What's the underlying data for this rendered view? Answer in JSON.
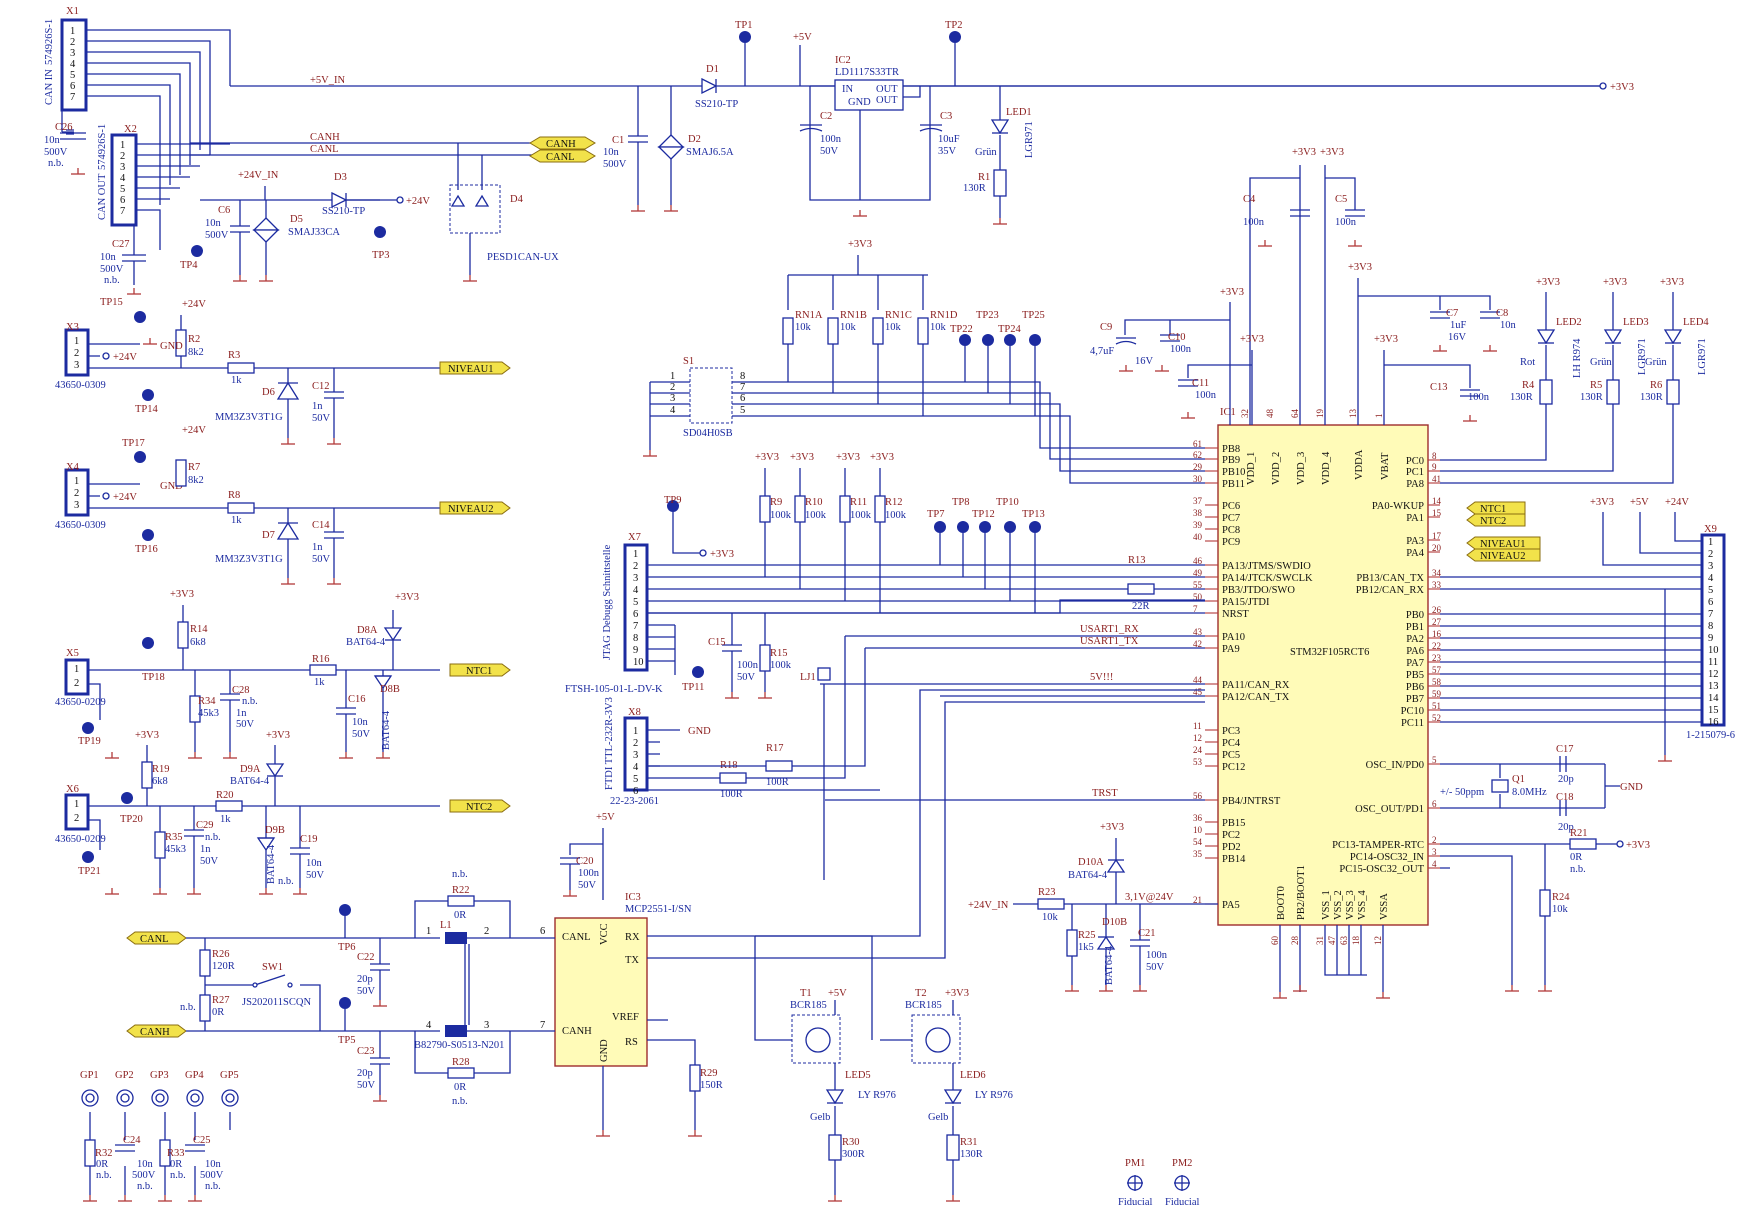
{
  "connectors": [
    {
      "ref": "X1",
      "part": "574926S-1",
      "label": "CAN IN",
      "pins": [
        "1",
        "2",
        "3",
        "4",
        "5",
        "6",
        "7"
      ]
    },
    {
      "ref": "X2",
      "part": "574926S-1",
      "label": "CAN OUT",
      "pins": [
        "1",
        "2",
        "3",
        "4",
        "5",
        "6",
        "7"
      ]
    },
    {
      "ref": "X3",
      "part": "43650-0309",
      "pins": [
        "1",
        "2",
        "3"
      ]
    },
    {
      "ref": "X4",
      "part": "43650-0309",
      "pins": [
        "1",
        "2",
        "3"
      ]
    },
    {
      "ref": "X5",
      "part": "43650-0209",
      "pins": [
        "1",
        "2"
      ]
    },
    {
      "ref": "X6",
      "part": "43650-0209",
      "pins": [
        "1",
        "2"
      ]
    },
    {
      "ref": "X7",
      "part": "FTSH-105-01-L-DV-K",
      "label": "JTAG Debugg Schnittstelle",
      "pins": [
        "1",
        "2",
        "3",
        "4",
        "5",
        "6",
        "7",
        "8",
        "9",
        "10"
      ]
    },
    {
      "ref": "X8",
      "part": "22-23-2061",
      "label": "FTDI TTL-232R-3V3",
      "pins": [
        "1",
        "2",
        "3",
        "4",
        "5",
        "6"
      ]
    },
    {
      "ref": "X9",
      "part": "1-215079-6",
      "pins": [
        "1",
        "2",
        "3",
        "4",
        "5",
        "6",
        "7",
        "8",
        "9",
        "10",
        "11",
        "12",
        "13",
        "14",
        "15",
        "16"
      ]
    }
  ],
  "nets": {
    "p5v_in": "+5V_IN",
    "canh": "CANH",
    "canl": "CANL",
    "p3v3": "+3V3",
    "p5v": "+5V",
    "p24v": "+24V",
    "p24v_in": "+24V_IN",
    "gnd": "GND",
    "niveau1": "NIVEAU1",
    "niveau2": "NIVEAU2",
    "ntc1": "NTC1",
    "ntc2": "NTC2",
    "usart_rx": "USART1_RX",
    "usart_tx": "USART1_TX",
    "fivev": "5V!!!",
    "trst": "TRST",
    "v31": "3,1V@24V"
  },
  "parts": {
    "c26": [
      "C26",
      "10n",
      "500V",
      "n.b."
    ],
    "c27": [
      "C27",
      "10n",
      "500V",
      "n.b."
    ],
    "c6": [
      "C6",
      "10n",
      "500V"
    ],
    "d3": [
      "D3",
      "SS210-TP"
    ],
    "d5": [
      "D5",
      "SMAJ33CA"
    ],
    "d4": [
      "D4",
      "PESD1CAN-UX"
    ],
    "c1": [
      "C1",
      "10n",
      "500V"
    ],
    "d1": [
      "D1",
      "SS210-TP"
    ],
    "d2": [
      "D2",
      "SMAJ6.5A"
    ],
    "ic2": [
      "IC2",
      "LD1117S33TR",
      "IN",
      "OUT",
      "OUT",
      "GND"
    ],
    "c2": [
      "C2",
      "100n",
      "50V"
    ],
    "c3": [
      "C3",
      "10uF",
      "35V"
    ],
    "led1": [
      "LED1",
      "Grün",
      "LGR971"
    ],
    "r1": [
      "R1",
      "130R"
    ],
    "r2": [
      "R2",
      "8k2"
    ],
    "r3": [
      "R3",
      "1k"
    ],
    "d6": [
      "D6",
      "MM3Z3V3T1G"
    ],
    "c12": [
      "C12",
      "1n",
      "50V"
    ],
    "r7": [
      "R7",
      "8k2"
    ],
    "r8": [
      "R8",
      "1k"
    ],
    "d7": [
      "D7",
      "MM3Z3V3T1G"
    ],
    "c14": [
      "C14",
      "1n",
      "50V"
    ],
    "r14": [
      "R14",
      "6k8"
    ],
    "r34": [
      "R34",
      "45k3"
    ],
    "c28": [
      "C28",
      "n.b.",
      "1n",
      "50V"
    ],
    "r16": [
      "R16",
      "1k"
    ],
    "c16": [
      "C16",
      "10n",
      "50V"
    ],
    "d8a": [
      "D8A",
      "BAT64-4"
    ],
    "d8b": [
      "D8B",
      "BAT64-4"
    ],
    "r19": [
      "R19",
      "6k8"
    ],
    "r35": [
      "R35",
      "45k3"
    ],
    "c29": [
      "C29",
      "n.b.",
      "1n",
      "50V"
    ],
    "r20": [
      "R20",
      "1k"
    ],
    "d9a": [
      "D9A",
      "BAT64-4"
    ],
    "d9b": [
      "D9B",
      "BAT64-4",
      "n.b."
    ],
    "c19": [
      "C19",
      "10n",
      "50V"
    ],
    "rn1a": [
      "RN1A",
      "10k"
    ],
    "rn1b": [
      "RN1B",
      "10k"
    ],
    "rn1c": [
      "RN1C",
      "10k"
    ],
    "rn1d": [
      "RN1D",
      "10k"
    ],
    "s1": [
      "S1",
      "SD04H0SB"
    ],
    "c4": [
      "C4",
      "100n"
    ],
    "c5": [
      "C5",
      "100n"
    ],
    "c9": [
      "C9",
      "4,7uF",
      "16V"
    ],
    "c10": [
      "C10",
      "100n"
    ],
    "c11": [
      "C11",
      "100n"
    ],
    "c7": [
      "C7",
      "1uF",
      "16V"
    ],
    "c8": [
      "C8",
      "10n"
    ],
    "c13": [
      "C13",
      "100n"
    ],
    "led2": [
      "LED2",
      "Rot",
      "LH R974"
    ],
    "led3": [
      "LED3",
      "Grün",
      "LGR971"
    ],
    "led4": [
      "LED4",
      "Grün",
      "LGR971"
    ],
    "r4": [
      "R4",
      "130R"
    ],
    "r5": [
      "R5",
      "130R"
    ],
    "r6": [
      "R6",
      "130R"
    ],
    "r9": [
      "R9",
      "100k"
    ],
    "r10": [
      "R10",
      "100k"
    ],
    "r11": [
      "R11",
      "100k"
    ],
    "r12": [
      "R12",
      "100k"
    ],
    "r13": [
      "R13",
      "22R"
    ],
    "c15": [
      "C15",
      "100n",
      "50V"
    ],
    "r15": [
      "R15",
      "100k"
    ],
    "lj1": [
      "LJ1"
    ],
    "r18": [
      "R18",
      "100R"
    ],
    "r17": [
      "R17",
      "100R"
    ],
    "q1": [
      "Q1",
      "8.0MHz",
      "+/- 50ppm"
    ],
    "c17": [
      "C17",
      "20p"
    ],
    "c18": [
      "C18",
      "20p"
    ],
    "r21": [
      "R21",
      "0R",
      "n.b."
    ],
    "r24": [
      "R24",
      "10k"
    ],
    "d10a": [
      "D10A",
      "BAT64-4"
    ],
    "d10b": [
      "D10B",
      "BAT64-4"
    ],
    "r23": [
      "R23",
      "10k"
    ],
    "r25": [
      "R25",
      "1k5"
    ],
    "c21": [
      "C21",
      "100n",
      "50V"
    ],
    "c20": [
      "C20",
      "100n",
      "50V"
    ],
    "ic3": [
      "IC3",
      "MCP2551-I/SN",
      "CANL",
      "CANH",
      "VCC",
      "RX",
      "TX",
      "VREF",
      "RS",
      "GND"
    ],
    "r29": [
      "R29",
      "150R"
    ],
    "r22": [
      "R22",
      "0R",
      "n.b."
    ],
    "l1": [
      "L1",
      "B82790-S0513-N201"
    ],
    "r28": [
      "R28",
      "0R",
      "n.b."
    ],
    "c22": [
      "C22",
      "20p",
      "50V"
    ],
    "c23": [
      "C23",
      "20p",
      "50V"
    ],
    "r26": [
      "R26",
      "120R"
    ],
    "r27": [
      "R27",
      "0R",
      "n.b."
    ],
    "sw1": [
      "SW1",
      "JS202011SCQN"
    ],
    "t1": [
      "T1",
      "BCR185"
    ],
    "t2": [
      "T2",
      "BCR185"
    ],
    "led5": [
      "LED5",
      "LY R976",
      "Gelb"
    ],
    "led6": [
      "LED6",
      "LY R976",
      "Gelb"
    ],
    "r30": [
      "R30",
      "300R"
    ],
    "r31": [
      "R31",
      "130R"
    ],
    "r32": [
      "R32",
      "0R",
      "n.b."
    ],
    "c24": [
      "C24",
      "10n",
      "500V",
      "n.b."
    ],
    "r33": [
      "R33",
      "0R",
      "n.b."
    ],
    "c25": [
      "C25",
      "10n",
      "500V",
      "n.b."
    ],
    "pm1": [
      "PM1",
      "Fiducial"
    ],
    "pm2": [
      "PM2",
      "Fiducial"
    ]
  },
  "testpoints": [
    "TP1",
    "TP2",
    "TP3",
    "TP4",
    "TP5",
    "TP6",
    "TP7",
    "TP8",
    "TP9",
    "TP10",
    "TP11",
    "TP12",
    "TP13",
    "TP14",
    "TP15",
    "TP16",
    "TP17",
    "TP18",
    "TP19",
    "TP20",
    "TP21",
    "TP22",
    "TP23",
    "TP24",
    "TP25"
  ],
  "gp": [
    "GP1",
    "GP2",
    "GP3",
    "GP4",
    "GP5"
  ],
  "ic1": {
    "ref": "IC1",
    "part": "STM32F105RCT6",
    "top_pins": [
      "VDD_1",
      "VDD_2",
      "VDD_3",
      "VDD_4",
      "VDDA",
      "VBAT"
    ],
    "top_nums": [
      "32",
      "48",
      "64",
      "19",
      "13",
      "1"
    ],
    "bottom_pins": [
      "BOOT0",
      "PB2/BOOT1",
      "VSS_1",
      "VSS_2",
      "VSS_3",
      "VSS_4",
      "VSSA"
    ],
    "bottom_nums": [
      "60",
      "28",
      "31",
      "47",
      "63",
      "18",
      "12"
    ],
    "left": [
      [
        "61",
        "PB8"
      ],
      [
        "62",
        "PB9"
      ],
      [
        "29",
        "PB10"
      ],
      [
        "30",
        "PB11"
      ],
      [
        "37",
        "PC6"
      ],
      [
        "38",
        "PC7"
      ],
      [
        "39",
        "PC8"
      ],
      [
        "40",
        "PC9"
      ],
      [
        "46",
        "PA13/JTMS/SWDIO"
      ],
      [
        "49",
        "PA14/JTCK/SWCLK"
      ],
      [
        "55",
        "PB3/JTDO/SWO"
      ],
      [
        "50",
        "PA15/JTDI"
      ],
      [
        "7",
        "NRST"
      ],
      [
        "43",
        "PA10"
      ],
      [
        "42",
        "PA9"
      ],
      [
        "44",
        "PA11/CAN_RX"
      ],
      [
        "45",
        "PA12/CAN_TX"
      ],
      [
        "11",
        "PC3"
      ],
      [
        "12",
        "PC4"
      ],
      [
        "24",
        "PC5"
      ],
      [
        "53",
        "PC12"
      ],
      [
        "56",
        "PB4/JNTRST"
      ],
      [
        "36",
        "PB15"
      ],
      [
        "10",
        "PC2"
      ],
      [
        "54",
        "PD2"
      ],
      [
        "35",
        "PB14"
      ],
      [
        "21",
        "PA5"
      ]
    ],
    "right": [
      [
        "8",
        "PC0"
      ],
      [
        "9",
        "PC1"
      ],
      [
        "41",
        "PA8"
      ],
      [
        "14",
        "PA0-WKUP"
      ],
      [
        "15",
        "PA1"
      ],
      [
        "17",
        "PA3"
      ],
      [
        "20",
        "PA4"
      ],
      [
        "34",
        "PB13/CAN_TX"
      ],
      [
        "33",
        "PB12/CAN_RX"
      ],
      [
        "26",
        "PB0"
      ],
      [
        "27",
        "PB1"
      ],
      [
        "16",
        "PA2"
      ],
      [
        "22",
        "PA6"
      ],
      [
        "23",
        "PA7"
      ],
      [
        "57",
        "PB5"
      ],
      [
        "58",
        "PB6"
      ],
      [
        "59",
        "PB7"
      ],
      [
        "51",
        "PC10"
      ],
      [
        "52",
        "PC11"
      ],
      [
        "5",
        "OSC_IN/PD0"
      ],
      [
        "6",
        "OSC_OUT/PD1"
      ],
      [
        "2",
        "PC13-TAMPER-RTC"
      ],
      [
        "3",
        "PC14-OSC32_IN"
      ],
      [
        "4",
        "PC15-OSC32_OUT"
      ]
    ]
  }
}
